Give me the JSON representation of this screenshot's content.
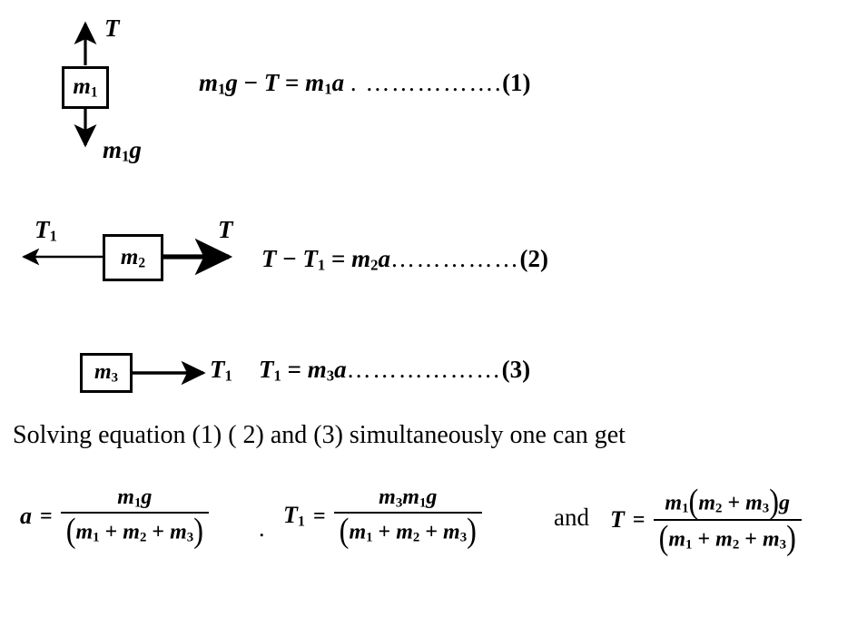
{
  "document": {
    "title": "Free body diagrams and equations for a three-mass connected system",
    "background_color": "#ffffff",
    "ink_color": "#000000"
  },
  "diagrams": [
    {
      "id": "fbd-m1",
      "block_label": "m",
      "block_subscript": "1",
      "up_arrow_label": "T",
      "up_arrow_label_sub": "",
      "down_arrow_label": "m",
      "down_arrow_label_sub": "1",
      "down_arrow_label_tail": "g"
    },
    {
      "id": "fbd-m2",
      "block_label": "m",
      "block_subscript": "2",
      "left_arrow_label": "T",
      "left_arrow_label_sub": "1",
      "right_arrow_label": "T",
      "right_arrow_label_sub": ""
    },
    {
      "id": "fbd-m3",
      "block_label": "m",
      "block_subscript": "3",
      "right_arrow_label": "T",
      "right_arrow_label_sub": "1"
    }
  ],
  "equations": [
    {
      "id": "equation-1",
      "lhs": "m",
      "lhs_sub": "1",
      "text": "m₁g − T = m₁a",
      "dots": ". …………….",
      "number": "(1)"
    },
    {
      "id": "equation-2",
      "text": "T − T₁ = m₂a",
      "dots": "……………",
      "number": "(2)"
    },
    {
      "id": "equation-3",
      "text": "T₁ = m₃a",
      "dots": "………………",
      "number": "(3)"
    }
  ],
  "prose": {
    "solving_line": "Solving equation (1)  ( 2) and (3) simultaneously  one can get"
  },
  "results": {
    "separator_dot": ".",
    "conjunction": "and",
    "items": [
      {
        "id": "result-a",
        "lhs": "a",
        "lhs_sub": "",
        "numerator": "m₁g",
        "denominator": "(m₁ + m₂ + m₃)"
      },
      {
        "id": "result-T1",
        "lhs": "T",
        "lhs_sub": "1",
        "numerator": "m₃m₁g",
        "denominator": "(m₁ + m₂ + m₃)"
      },
      {
        "id": "result-T",
        "lhs": "T",
        "lhs_sub": "",
        "numerator": "m₁(m₂ + m₃)g",
        "denominator": "(m₁ + m₂ + m₃)"
      }
    ]
  },
  "symbols": {
    "m": "m",
    "g": "g",
    "a": "a",
    "T": "T",
    "equals": "=",
    "minus": "−",
    "plus": "+",
    "lparen": "(",
    "rparen": ")",
    "sub1": "1",
    "sub2": "2",
    "sub3": "3"
  }
}
